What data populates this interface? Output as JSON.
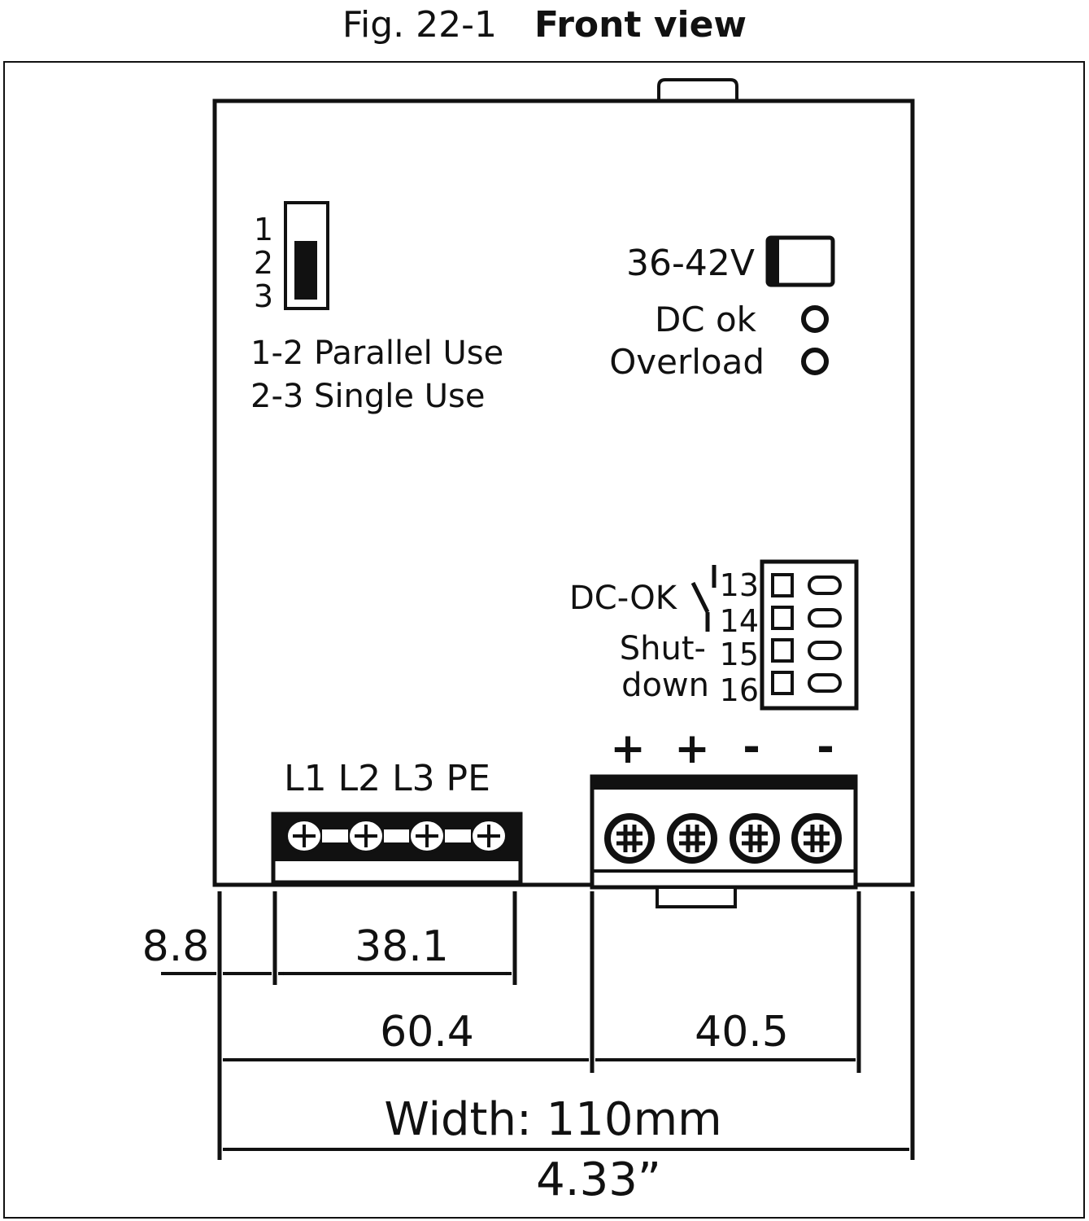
{
  "figure": {
    "number": "Fig. 22-1",
    "title": "Front view"
  },
  "selector": {
    "positions": [
      "1",
      "2",
      "3"
    ],
    "legend": [
      "1-2 Parallel Use",
      "2-3 Single Use"
    ]
  },
  "voltage_label": "36-42V",
  "leds": [
    "DC ok",
    "Overload"
  ],
  "signal_terminal": {
    "dc_ok_label": "DC-OK",
    "shutdown_label": [
      "Shut-",
      "down"
    ],
    "pins": [
      "13",
      "14",
      "15",
      "16"
    ]
  },
  "output_polarity": [
    "+",
    "+",
    "-",
    "-"
  ],
  "input_labels": "L1 L2 L3 PE",
  "dimensions": {
    "input_offset": "8.8",
    "input_width": "38.1",
    "left_section": "60.4",
    "right_section": "40.5",
    "width_mm": "Width: 110mm",
    "width_in": "4.33”"
  }
}
